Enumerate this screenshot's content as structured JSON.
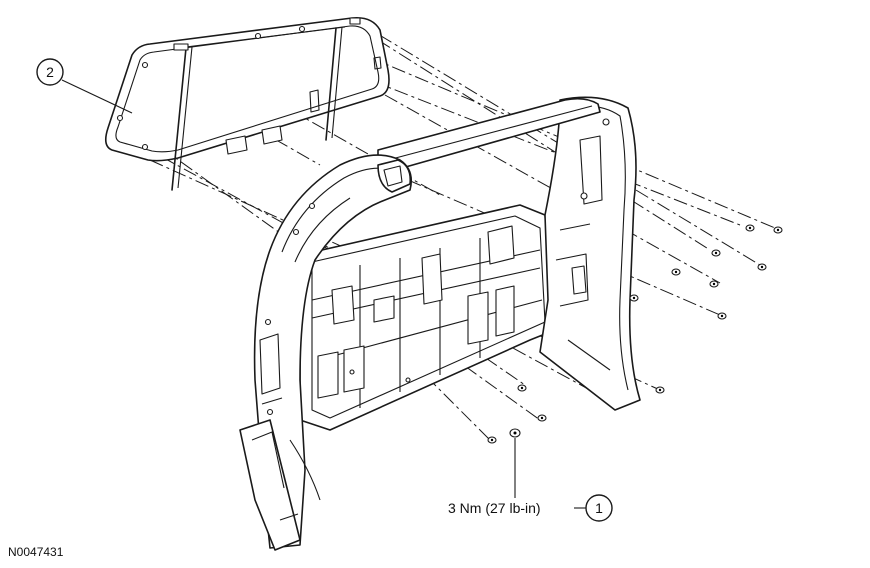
{
  "callouts": [
    {
      "id": "callout-1",
      "label": "1"
    },
    {
      "id": "callout-2",
      "label": "2"
    }
  ],
  "torque_spec": "3 Nm (27 lb-in)",
  "figure_ref": "N0047431"
}
